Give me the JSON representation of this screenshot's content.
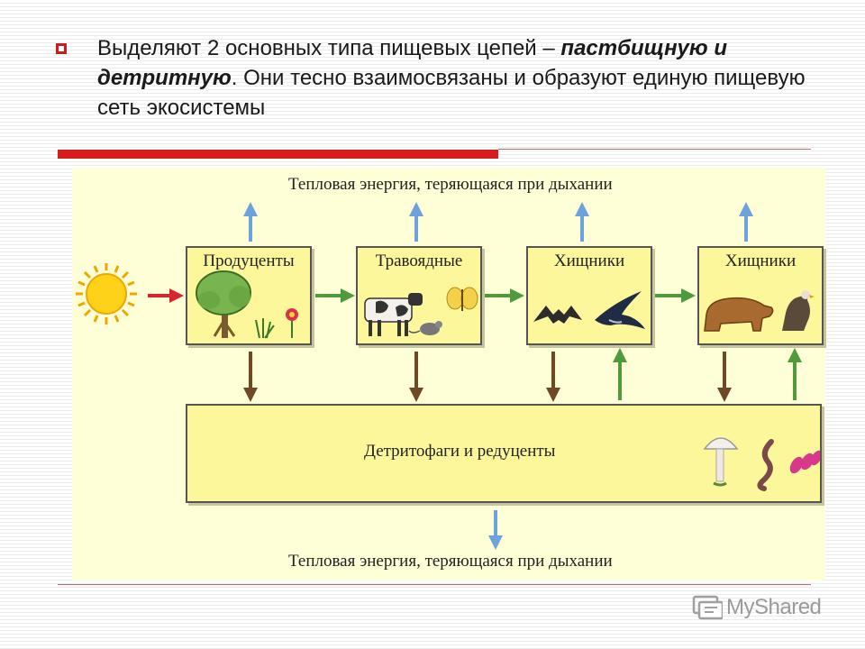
{
  "heading": {
    "part1": "Выделяют 2 основных типа пищевых цепей – ",
    "emphasis": "пастбищную и детритную",
    "part2": ". Они тесно взаимосвязаны и образуют единую пищевую сеть экосистемы"
  },
  "diagram": {
    "top_label": "Тепловая энергия, теряющаяся при дыхании",
    "bottom_label": "Тепловая энергия, теряющаяся при дыхании",
    "boxes": [
      {
        "title": "Продуценты"
      },
      {
        "title": "Травоядные"
      },
      {
        "title": "Хищники"
      },
      {
        "title": "Хищники"
      }
    ],
    "detritus_label": "Детритофаги и редуценты",
    "icons": [
      "sun-icon",
      "tree-icon",
      "grass-icon",
      "flower-icon",
      "cow-icon",
      "mouse-icon",
      "butterfly-icon",
      "bat-icon",
      "swallow-icon",
      "bear-icon",
      "eagle-icon",
      "mushroom-icon",
      "worm-icon",
      "larvae-icon"
    ],
    "colors": {
      "energy_arrow": "#6fa2dc",
      "sun_arrow": "#d8262c",
      "flow_arrow": "#4e9a3c",
      "detritus_arrow": "#6e4a24"
    }
  },
  "watermark": {
    "text": "MyShared"
  }
}
